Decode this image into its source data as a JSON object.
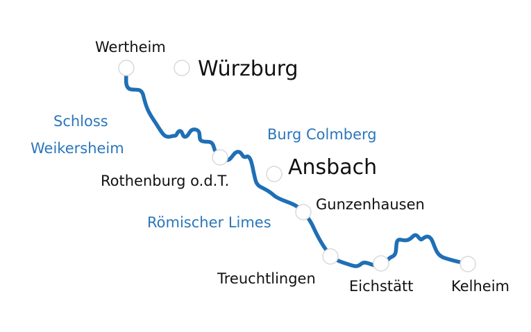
{
  "colors": {
    "route": "#1f6fb5",
    "stop_fill": "#ffffff",
    "stop_stroke": "#d9d9d9",
    "town_text": "#111111",
    "sight_text": "#2a76bb"
  },
  "labels": {
    "wertheim": "Wertheim",
    "wuerzburg": "Würzburg",
    "schloss_line1": "Schloss",
    "schloss_line2": "Weikersheim",
    "burg_colmberg": "Burg Colmberg",
    "ansbach": "Ansbach",
    "rothenburg": "Rothenburg o.d.T.",
    "gunzenhausen": "Gunzenhausen",
    "roemischer_limes": "Römischer Limes",
    "treuchtlingen": "Treuchtlingen",
    "eichstaett": "Eichstätt",
    "kelheim": "Kelheim"
  }
}
